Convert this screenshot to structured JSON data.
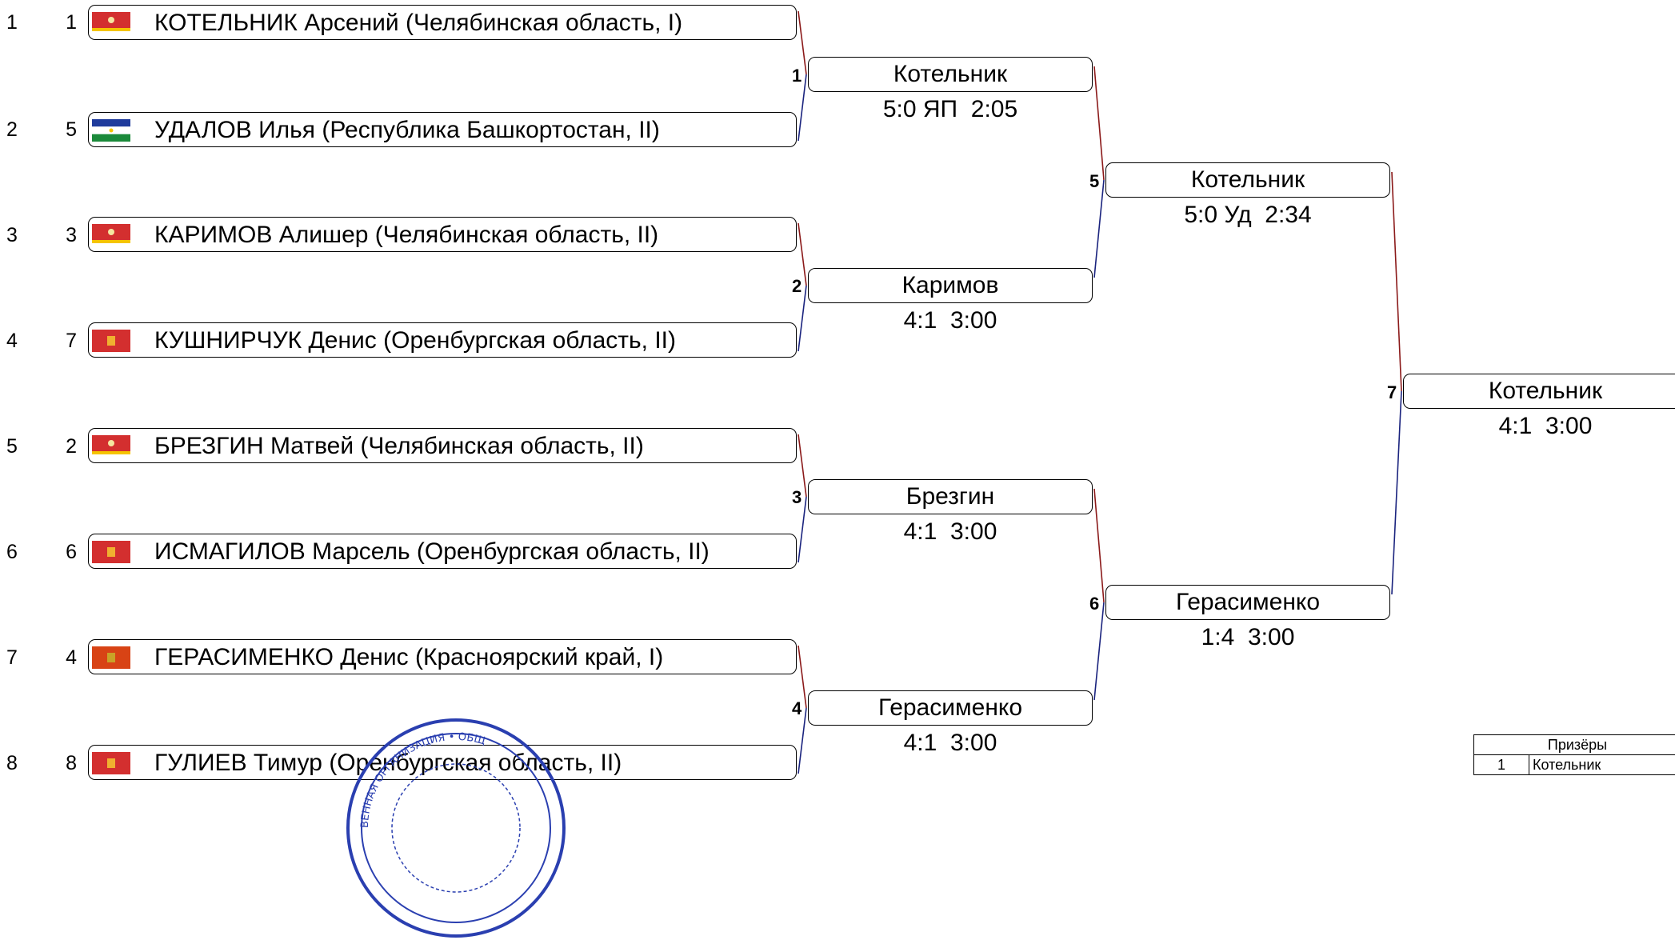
{
  "rows": [
    {
      "num": "1",
      "seed": "1",
      "name": "КОТЕЛЬНИК Арсений (Челябинская область, I)",
      "flag": "chelyabinsk-flag"
    },
    {
      "num": "2",
      "seed": "5",
      "name": "УДАЛОВ Илья (Республика Башкортостан, II)",
      "flag": "bashkortostan-flag"
    },
    {
      "num": "3",
      "seed": "3",
      "name": "КАРИМОВ Алишер (Челябинская область, II)",
      "flag": "chelyabinsk-flag"
    },
    {
      "num": "4",
      "seed": "7",
      "name": "КУШНИРЧУК Денис (Оренбургская область, II)",
      "flag": "orenburg-flag"
    },
    {
      "num": "5",
      "seed": "2",
      "name": "БРЕЗГИН Матвей (Челябинская область, II)",
      "flag": "chelyabinsk-flag"
    },
    {
      "num": "6",
      "seed": "6",
      "name": "ИСМАГИЛОВ Марсель (Оренбургская область, II)",
      "flag": "orenburg-flag"
    },
    {
      "num": "7",
      "seed": "4",
      "name": "ГЕРАСИМЕНКО Денис (Красноярский край, I)",
      "flag": "krasnoyarsk-flag"
    },
    {
      "num": "8",
      "seed": "8",
      "name": "ГУЛИЕВ Тимур (Оренбургская область, II)",
      "flag": "orenburg-flag"
    }
  ],
  "matches": [
    {
      "num": "1",
      "winner": "Котельник",
      "score": "5:0 ЯП  2:05"
    },
    {
      "num": "2",
      "winner": "Каримов",
      "score": "4:1  3:00"
    },
    {
      "num": "3",
      "winner": "Брезгин",
      "score": "4:1  3:00"
    },
    {
      "num": "4",
      "winner": "Герасименко",
      "score": "4:1  3:00"
    },
    {
      "num": "5",
      "winner": "Котельник",
      "score": "5:0 Уд  2:34"
    },
    {
      "num": "6",
      "winner": "Герасименко",
      "score": "1:4  3:00"
    },
    {
      "num": "7",
      "winner": "Котельник",
      "score": "4:1  3:00"
    }
  ],
  "prizes": {
    "header": "Призёры",
    "first_place": "1",
    "first_name": "Котельник"
  },
  "stamp": {
    "text": "ВЕННАЯ ОРГАНИЗАЦИЯ • ОБЩ"
  },
  "colors": {
    "red_line": "#8b1a1a",
    "blue_line": "#1a237e"
  }
}
